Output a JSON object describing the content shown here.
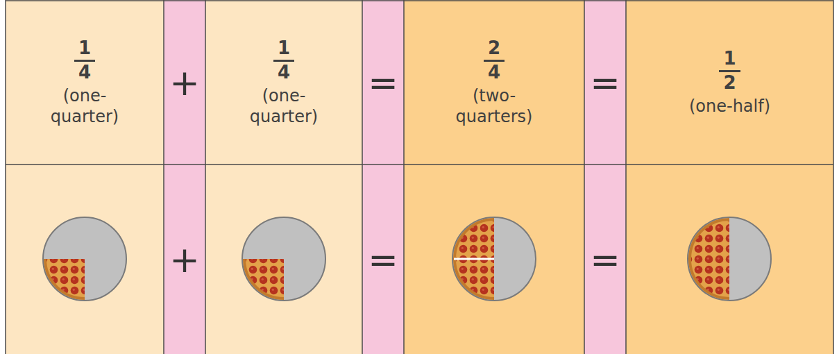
{
  "diagram": {
    "nodes": [
      {
        "text": [
          "1",
          "4",
          "(one-quarter)"
        ]
      },
      {
        "text": [
          "+"
        ]
      },
      {
        "text": [
          "1",
          "4",
          "(one-quarter)"
        ]
      },
      {
        "text": [
          "="
        ]
      },
      {
        "text": [
          "2",
          "4",
          "(two-quarters)"
        ]
      },
      {
        "text": [
          "="
        ]
      },
      {
        "text": [
          "1",
          "2",
          "(one-half)"
        ]
      },
      {
        "text": [
          "+"
        ]
      },
      {
        "text": [
          "="
        ]
      },
      {
        "text": [
          "="
        ]
      }
    ]
  }
}
